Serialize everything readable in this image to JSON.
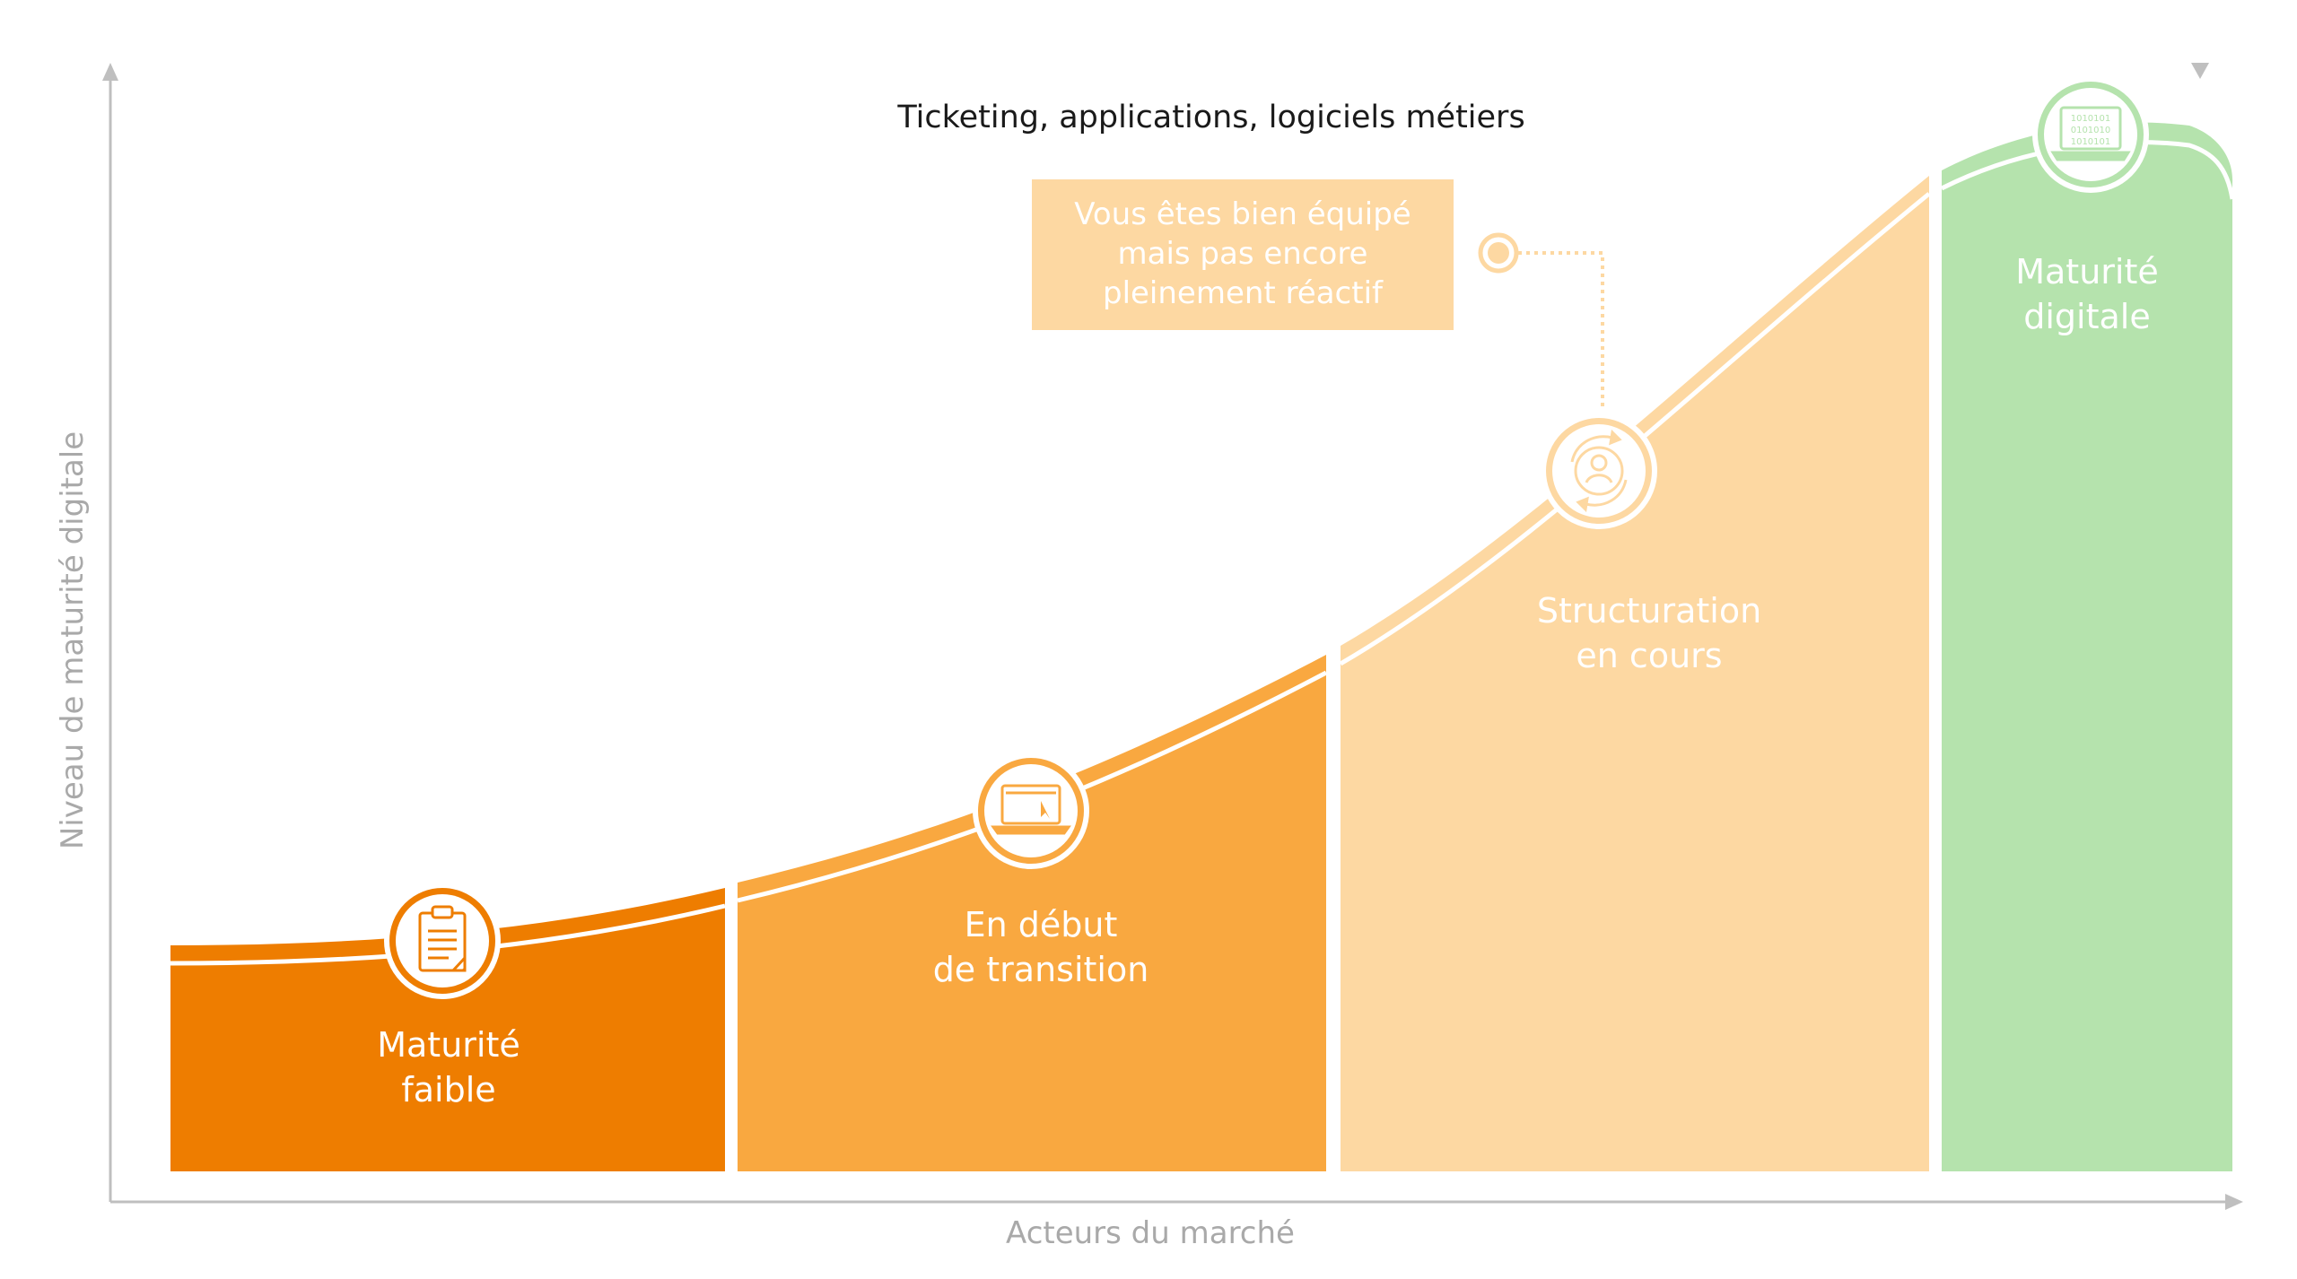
{
  "title": "Ticketing, applications, logiciels métiers",
  "axes": {
    "y_label": "Niveau de maturité digitale",
    "x_label": "Acteurs du marché"
  },
  "callout": {
    "lines": [
      "Vous êtes bien équipé",
      "mais pas encore",
      "pleinement réactif"
    ]
  },
  "colors": {
    "stage1": "#ee7d00",
    "stage2": "#f9a840",
    "stage3": "#fdd8a2",
    "stage4": "#b5e3ad",
    "axis": "#bfbfbf"
  },
  "stages": [
    {
      "label_lines": [
        "Maturité",
        "faible"
      ],
      "icon": "clipboard-icon",
      "color": "#ee7d00"
    },
    {
      "label_lines": [
        "En début",
        "de transition"
      ],
      "icon": "laptop-cursor-icon",
      "color": "#f9a840"
    },
    {
      "label_lines": [
        "Structuration",
        "en cours"
      ],
      "icon": "user-cycle-icon",
      "color": "#fdd8a2"
    },
    {
      "label_lines": [
        "Maturité",
        "digitale"
      ],
      "icon": "binary-laptop-icon",
      "color": "#b5e3ad"
    }
  ]
}
